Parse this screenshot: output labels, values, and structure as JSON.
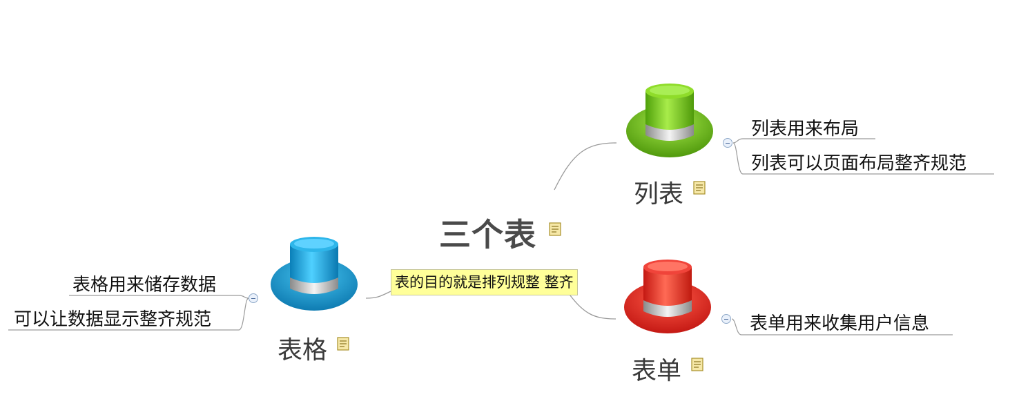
{
  "central_topic": "三个表",
  "floating_topic": "表的目的就是排列规整 整齐",
  "branches": {
    "list": {
      "label": "列表",
      "hat_color": "green",
      "leaves": [
        "列表用来布局",
        "列表可以页面布局整齐规范"
      ]
    },
    "form": {
      "label": "表单",
      "hat_color": "red",
      "leaves": [
        "表单用来收集用户信息"
      ]
    },
    "table": {
      "label": "表格",
      "hat_color": "blue",
      "leaves": [
        "表格用来储存数据",
        "可以让数据显示整齐规范"
      ]
    }
  },
  "icons": {
    "note": "note-icon",
    "collapse": "collapse-toggle-icon",
    "hat": "top-hat-icon"
  },
  "colors": {
    "green_hat": "#7ccf1a",
    "red_hat": "#e8322a",
    "blue_hat": "#1fa0d8",
    "floating_bg": "#ffff99",
    "line": "#999999"
  }
}
